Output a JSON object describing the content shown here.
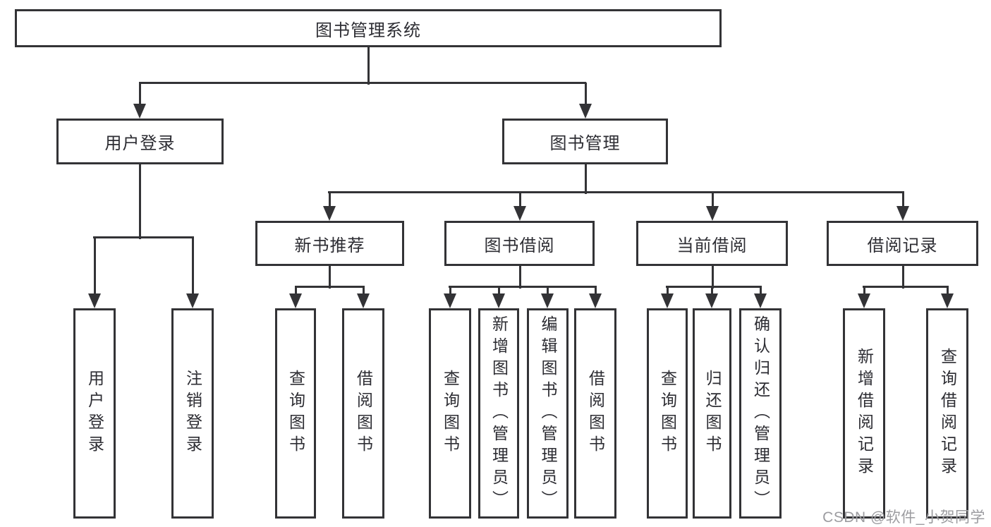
{
  "diagram": {
    "title_node": {
      "label": "图书管理系统"
    },
    "level2": [
      {
        "label": "用户登录"
      },
      {
        "label": "图书管理"
      }
    ],
    "level3": [
      {
        "label": "新书推荐",
        "parent": "图书管理"
      },
      {
        "label": "图书借阅",
        "parent": "图书管理"
      },
      {
        "label": "当前借阅",
        "parent": "图书管理"
      },
      {
        "label": "借阅记录",
        "parent": "图书管理"
      }
    ],
    "leaves": [
      {
        "label": "用户登录",
        "parent": "用户登录"
      },
      {
        "label": "注销登录",
        "parent": "用户登录"
      },
      {
        "label": "查询图书",
        "parent": "新书推荐"
      },
      {
        "label": "借阅图书",
        "parent": "新书推荐"
      },
      {
        "label": "查询图书",
        "parent": "图书借阅"
      },
      {
        "label": "新增图书（管理员）",
        "parent": "图书借阅"
      },
      {
        "label": "编辑图书（管理员）",
        "parent": "图书借阅"
      },
      {
        "label": "借阅图书",
        "parent": "图书借阅"
      },
      {
        "label": "查询图书",
        "parent": "当前借阅"
      },
      {
        "label": "归还图书",
        "parent": "当前借阅"
      },
      {
        "label": "确认归还（管理员）",
        "parent": "当前借阅"
      },
      {
        "label": "新增借阅记录",
        "parent": "借阅记录"
      },
      {
        "label": "查询借阅记录",
        "parent": "借阅记录"
      }
    ]
  },
  "watermark": {
    "text": "CSDN @软件_小贺同学",
    "color": "#9c9ca0"
  },
  "colors": {
    "line": "#333336",
    "text": "#2d2d33",
    "background": "#ffffff"
  }
}
